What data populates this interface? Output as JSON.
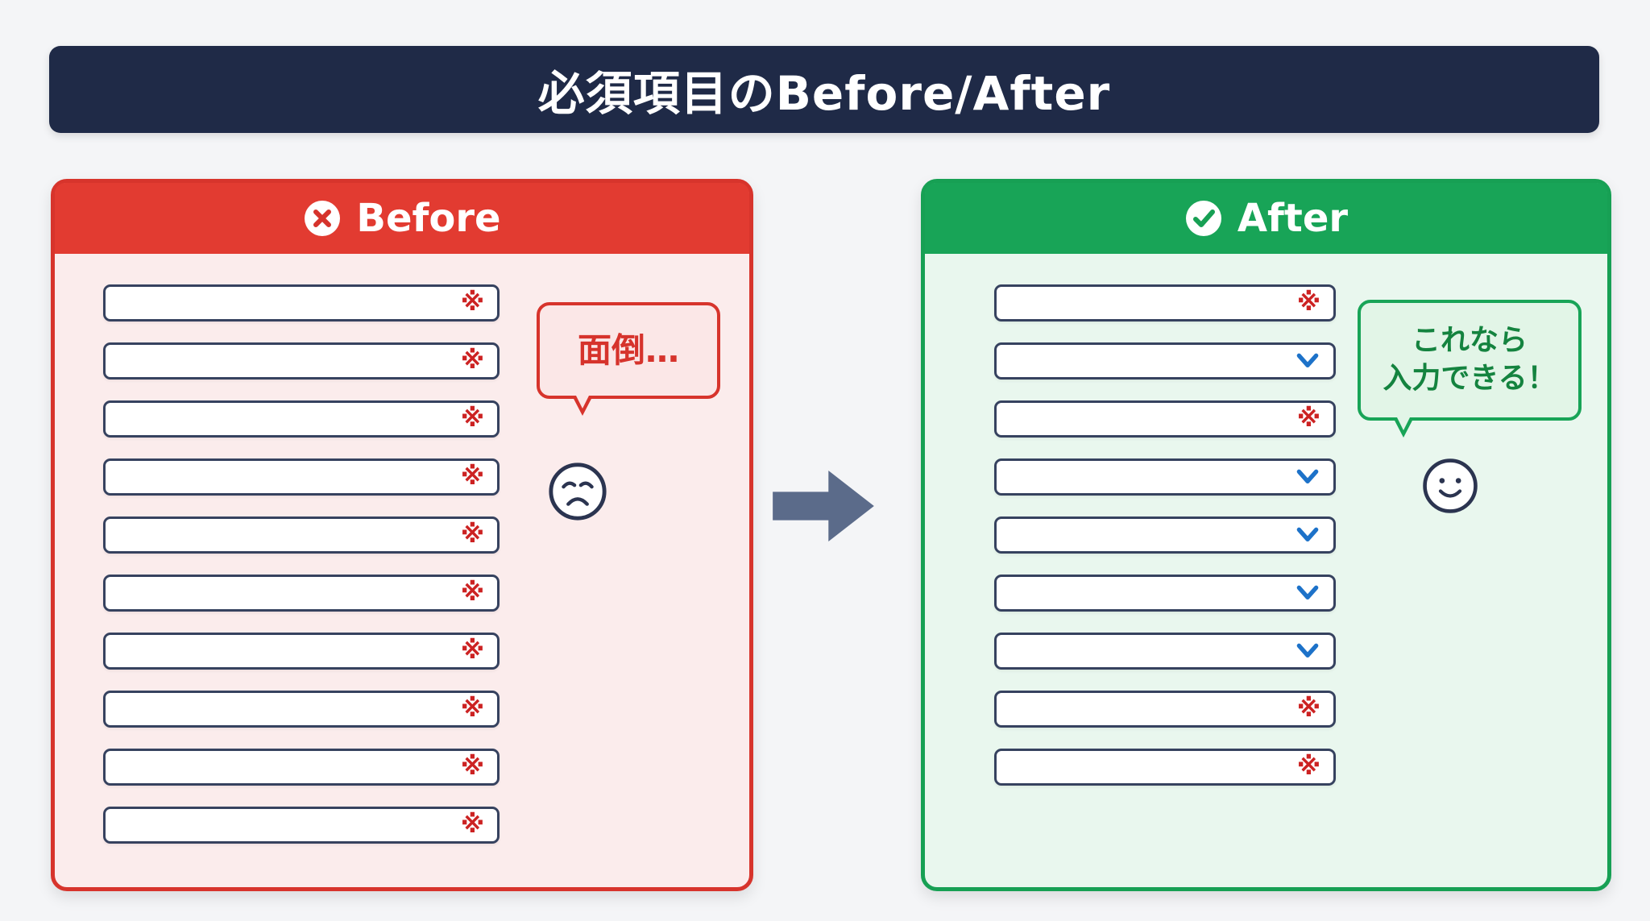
{
  "title": "必須項目のBefore/After",
  "symbols": {
    "required_mark": "※"
  },
  "colors": {
    "title_navy": "#1f2a47",
    "before_red": "#d7342c",
    "after_green": "#17a054",
    "required_red": "#cc2222",
    "dropdown_blue": "#1d72c9",
    "arrow_gray": "#5b6b8a",
    "field_border_navy": "#36425f"
  },
  "before": {
    "label": "Before",
    "badge_icon": "x-circle",
    "bubble_text": "面倒…",
    "face_icon": "worried-face",
    "fields": [
      {
        "type": "text",
        "marker": "required"
      },
      {
        "type": "text",
        "marker": "required"
      },
      {
        "type": "text",
        "marker": "required"
      },
      {
        "type": "text",
        "marker": "required"
      },
      {
        "type": "text",
        "marker": "required"
      },
      {
        "type": "text",
        "marker": "required"
      },
      {
        "type": "text",
        "marker": "required"
      },
      {
        "type": "text",
        "marker": "required"
      },
      {
        "type": "text",
        "marker": "required"
      },
      {
        "type": "text",
        "marker": "required"
      }
    ]
  },
  "after": {
    "label": "After",
    "badge_icon": "check-circle",
    "bubble_text": "これなら\n入力できる！",
    "face_icon": "happy-face",
    "fields": [
      {
        "type": "text",
        "marker": "required"
      },
      {
        "type": "select",
        "marker": "dropdown"
      },
      {
        "type": "text",
        "marker": "required"
      },
      {
        "type": "select",
        "marker": "dropdown"
      },
      {
        "type": "select",
        "marker": "dropdown"
      },
      {
        "type": "select",
        "marker": "dropdown"
      },
      {
        "type": "select",
        "marker": "dropdown"
      },
      {
        "type": "text",
        "marker": "required"
      },
      {
        "type": "text",
        "marker": "required"
      }
    ]
  }
}
